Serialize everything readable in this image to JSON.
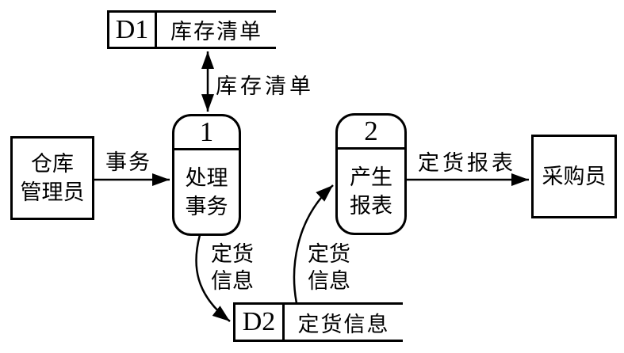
{
  "colors": {
    "line": "#000000",
    "background": "#ffffff"
  },
  "data_stores": [
    {
      "id": "D1",
      "name": "库存清单"
    },
    {
      "id": "D2",
      "name": "定货信息"
    }
  ],
  "processes": [
    {
      "number": "1",
      "name_lines": [
        "处理",
        "事务"
      ]
    },
    {
      "number": "2",
      "name_lines": [
        "产生",
        "报表"
      ]
    }
  ],
  "entities": [
    {
      "lines": [
        "仓库",
        "管理员"
      ]
    },
    {
      "lines": [
        "采购员"
      ]
    }
  ],
  "flows": [
    {
      "lines": [
        "库存清单"
      ]
    },
    {
      "lines": [
        "事务"
      ]
    },
    {
      "lines": [
        "定货报表"
      ]
    },
    {
      "lines": [
        "定货",
        "信息"
      ]
    },
    {
      "lines": [
        "定货",
        "信息"
      ]
    }
  ]
}
